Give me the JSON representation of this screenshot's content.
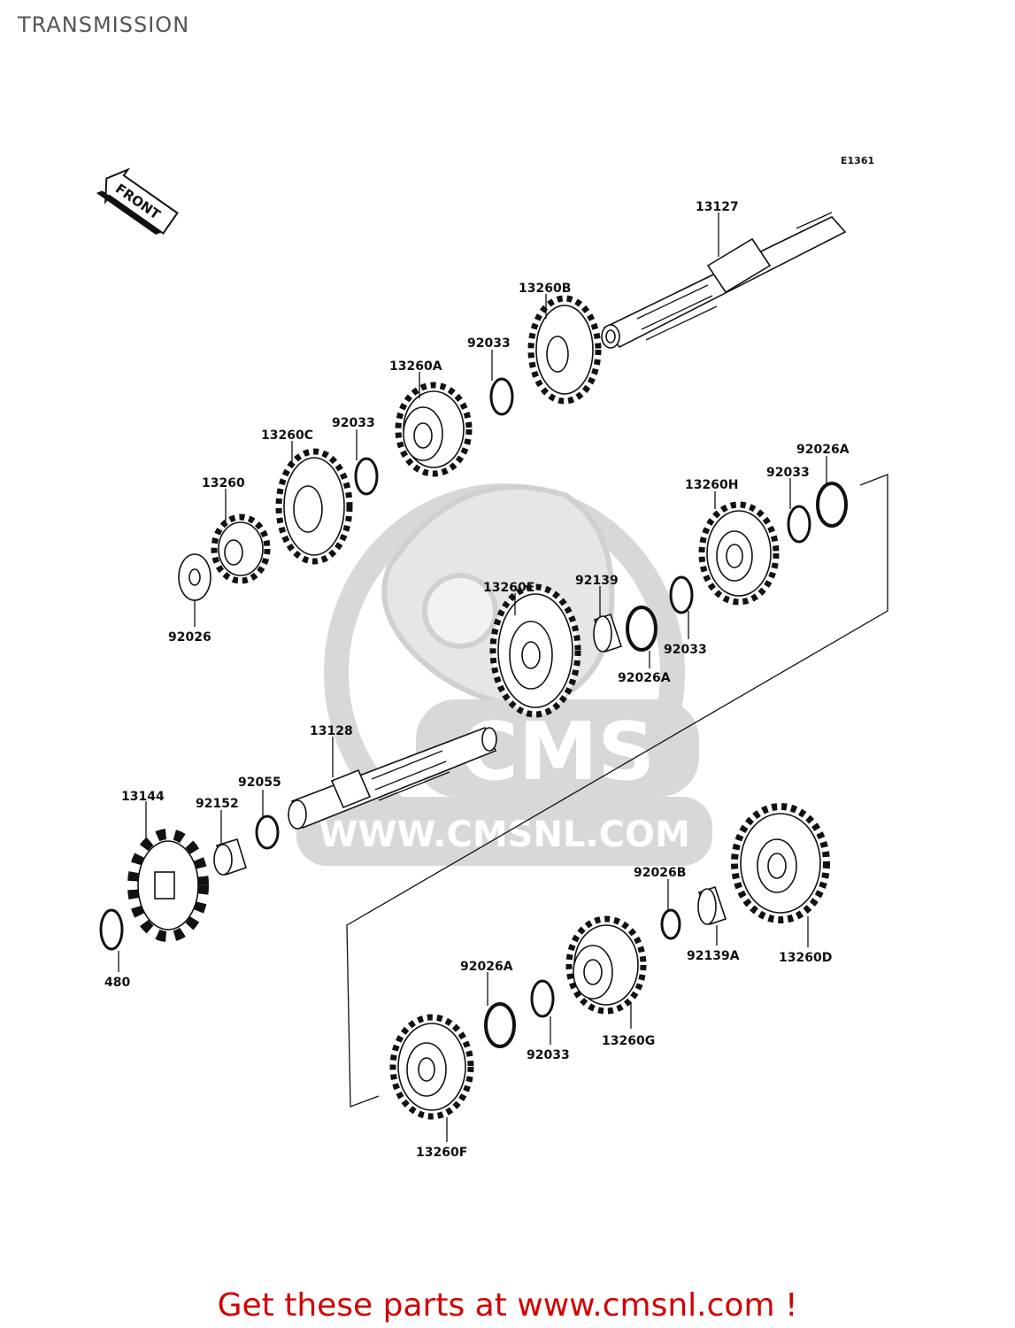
{
  "title": "TRANSMISSION",
  "diagram_code": "E1361",
  "front_arrow_label": "FRONT",
  "watermark": {
    "logo_text": "CMS",
    "url_text": "WWW.CMSNL.COM"
  },
  "parts": {
    "p13127": "13127",
    "p13260B": "13260B",
    "p92033_top": "92033",
    "p13260A": "13260A",
    "p13260C": "13260C",
    "p92033_mid": "92033",
    "p13260": "13260",
    "p92026": "92026",
    "p92026A_top": "92026A",
    "p92033_right": "92033",
    "p13260H": "13260H",
    "p92139": "92139",
    "p13260E": "13260E",
    "p92033_lower": "92033",
    "p92026A_mid": "92026A",
    "p13128": "13128",
    "p92055": "92055",
    "p13144": "13144",
    "p92152": "92152",
    "p480": "480",
    "p92026B": "92026B",
    "p92139A": "92139A",
    "p13260D": "13260D",
    "p92026A_low": "92026A",
    "p92033_low": "92033",
    "p13260G": "13260G",
    "p13260F": "13260F"
  },
  "footer_text": "Get these parts at www.cmsnl.com !",
  "colors": {
    "footer": "#d40000",
    "watermark": "#d8d8d8",
    "ink": "#111111"
  }
}
